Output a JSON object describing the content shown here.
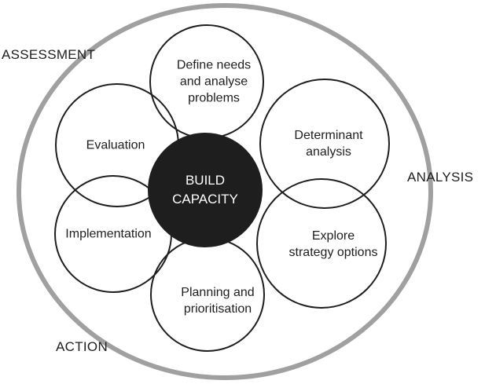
{
  "center": {
    "lines": [
      "BUILD",
      "CAPACITY"
    ]
  },
  "petals": [
    {
      "id": "define-needs",
      "lines": [
        "Define needs",
        "and analyse",
        "problems"
      ]
    },
    {
      "id": "determinant-analysis",
      "lines": [
        "Determinant",
        "analysis"
      ]
    },
    {
      "id": "explore-strategy",
      "lines": [
        "Explore",
        "strategy options"
      ]
    },
    {
      "id": "planning",
      "lines": [
        "Planning and",
        "prioritisation"
      ]
    },
    {
      "id": "implementation",
      "lines": [
        "Implementation"
      ]
    },
    {
      "id": "evaluation",
      "lines": [
        "Evaluation"
      ]
    }
  ],
  "outer_labels": {
    "assessment": "ASSESSMENT",
    "analysis": "ANALYSIS",
    "action": "ACTION"
  },
  "colors": {
    "outer_ring": "#a0a0a0",
    "petal_stroke": "#1e1e1e",
    "center_fill": "#1e1e1e",
    "center_text": "#ffffff",
    "text": "#1e1e1e"
  }
}
